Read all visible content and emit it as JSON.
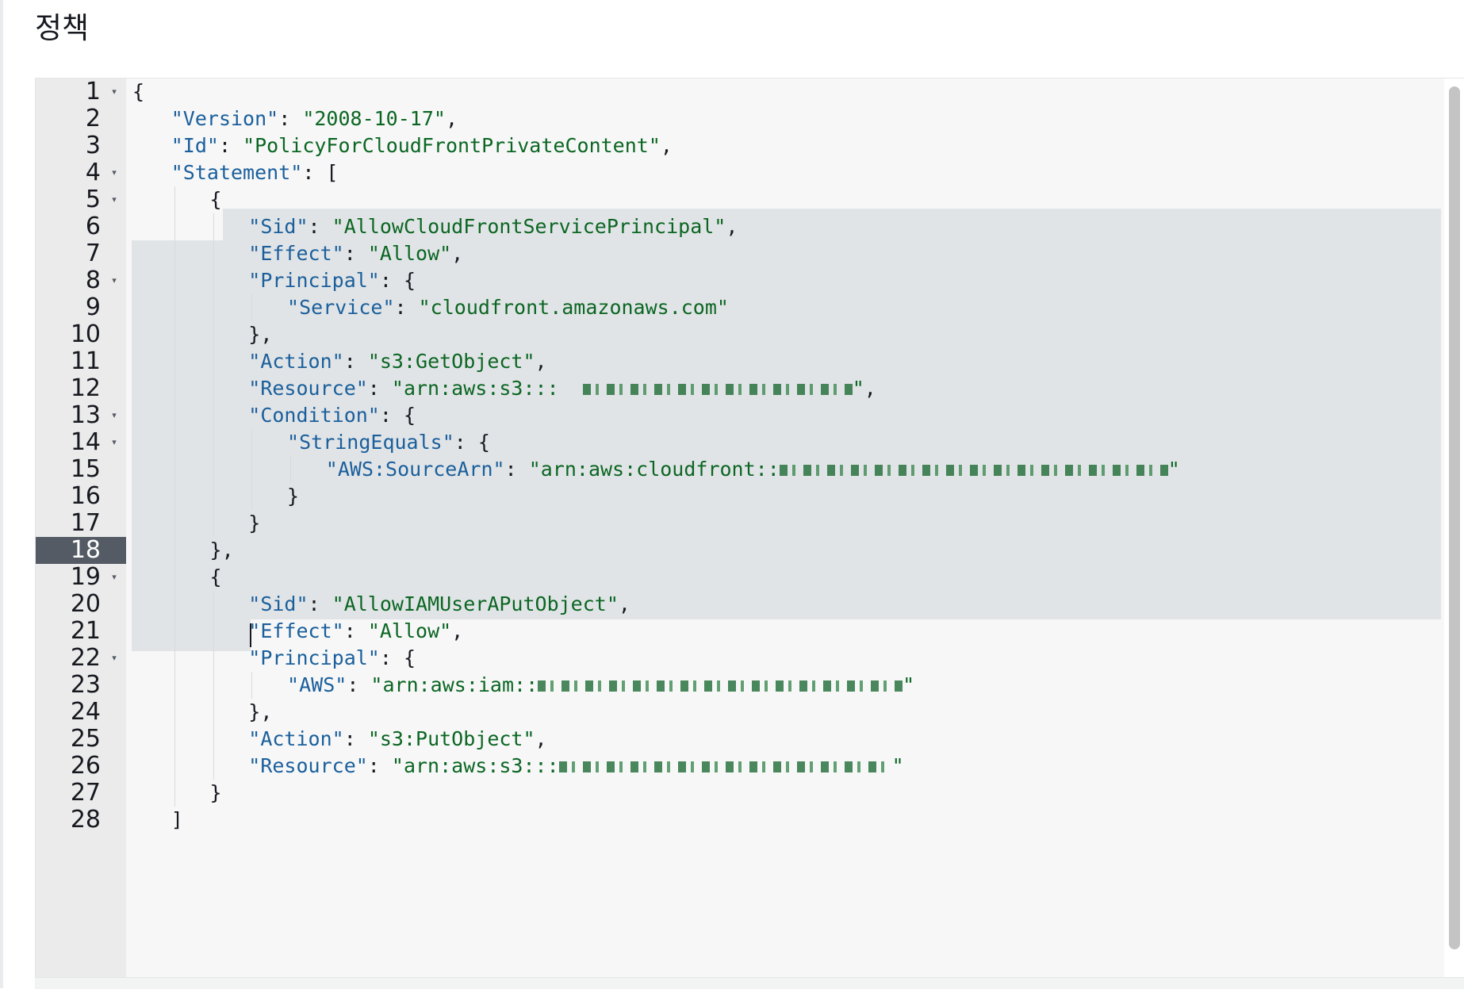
{
  "section": {
    "title": "정책"
  },
  "editor": {
    "active_line": 18,
    "line_numbers": [
      "1",
      "2",
      "3",
      "4",
      "5",
      "6",
      "7",
      "8",
      "9",
      "10",
      "11",
      "12",
      "13",
      "14",
      "15",
      "16",
      "17",
      "18",
      "19",
      "20",
      "21",
      "22",
      "23",
      "24",
      "25",
      "26",
      "27",
      "28"
    ],
    "fold_lines": [
      1,
      4,
      5,
      8,
      13,
      14,
      19,
      22
    ],
    "lines": [
      {
        "n": 1,
        "indent": 0,
        "parts": [
          [
            "p",
            "{"
          ]
        ]
      },
      {
        "n": 2,
        "indent": 1,
        "parts": [
          [
            "k",
            "\"Version\""
          ],
          [
            "p",
            ": "
          ],
          [
            "s",
            "\"2008-10-17\""
          ],
          [
            "p",
            ","
          ]
        ]
      },
      {
        "n": 3,
        "indent": 1,
        "parts": [
          [
            "k",
            "\"Id\""
          ],
          [
            "p",
            ": "
          ],
          [
            "s",
            "\"PolicyForCloudFrontPrivateContent\""
          ],
          [
            "p",
            ","
          ]
        ]
      },
      {
        "n": 4,
        "indent": 1,
        "parts": [
          [
            "k",
            "\"Statement\""
          ],
          [
            "p",
            ": ["
          ]
        ]
      },
      {
        "n": 5,
        "indent": 2,
        "parts": [
          [
            "p",
            "{"
          ]
        ]
      },
      {
        "n": 6,
        "indent": 3,
        "parts": [
          [
            "k",
            "\"Sid\""
          ],
          [
            "p",
            ": "
          ],
          [
            "s",
            "\"AllowCloudFrontServicePrincipal\""
          ],
          [
            "p",
            ","
          ]
        ]
      },
      {
        "n": 7,
        "indent": 3,
        "parts": [
          [
            "k",
            "\"Effect\""
          ],
          [
            "p",
            ": "
          ],
          [
            "s",
            "\"Allow\""
          ],
          [
            "p",
            ","
          ]
        ]
      },
      {
        "n": 8,
        "indent": 3,
        "parts": [
          [
            "k",
            "\"Principal\""
          ],
          [
            "p",
            ": {"
          ]
        ]
      },
      {
        "n": 9,
        "indent": 4,
        "parts": [
          [
            "k",
            "\"Service\""
          ],
          [
            "p",
            ": "
          ],
          [
            "s",
            "\"cloudfront.amazonaws.com\""
          ]
        ]
      },
      {
        "n": 10,
        "indent": 3,
        "parts": [
          [
            "p",
            "},"
          ]
        ]
      },
      {
        "n": 11,
        "indent": 3,
        "parts": [
          [
            "k",
            "\"Action\""
          ],
          [
            "p",
            ": "
          ],
          [
            "s",
            "\"s3:GetObject\""
          ],
          [
            "p",
            ","
          ]
        ]
      },
      {
        "n": 12,
        "indent": 3,
        "parts": [
          [
            "k",
            "\"Resource\""
          ],
          [
            "p",
            ": "
          ],
          [
            "s",
            "\"arn:aws:s3:::  "
          ],
          [
            "r",
            "340"
          ],
          [
            "s",
            "\""
          ],
          [
            "p",
            ","
          ]
        ]
      },
      {
        "n": 13,
        "indent": 3,
        "parts": [
          [
            "k",
            "\"Condition\""
          ],
          [
            "p",
            ": {"
          ]
        ]
      },
      {
        "n": 14,
        "indent": 4,
        "parts": [
          [
            "k",
            "\"StringEquals\""
          ],
          [
            "p",
            ": {"
          ]
        ]
      },
      {
        "n": 15,
        "indent": 5,
        "parts": [
          [
            "k",
            "\"AWS:SourceArn\""
          ],
          [
            "p",
            ": "
          ],
          [
            "s",
            "\"arn:aws:cloudfront::"
          ],
          [
            "r",
            "490"
          ],
          [
            "s",
            "\""
          ]
        ]
      },
      {
        "n": 16,
        "indent": 4,
        "parts": [
          [
            "p",
            "}"
          ]
        ]
      },
      {
        "n": 17,
        "indent": 3,
        "parts": [
          [
            "p",
            "}"
          ]
        ]
      },
      {
        "n": 18,
        "indent": 2,
        "parts": [
          [
            "p",
            "},"
          ]
        ]
      },
      {
        "n": 19,
        "indent": 2,
        "parts": [
          [
            "p",
            "{"
          ]
        ]
      },
      {
        "n": 20,
        "indent": 3,
        "parts": [
          [
            "k",
            "\"Sid\""
          ],
          [
            "p",
            ": "
          ],
          [
            "s",
            "\"AllowIAMUserAPutObject\""
          ],
          [
            "p",
            ","
          ]
        ]
      },
      {
        "n": 21,
        "indent": 3,
        "parts": [
          [
            "k",
            "\"Effect\""
          ],
          [
            "p",
            ": "
          ],
          [
            "s",
            "\"Allow\""
          ],
          [
            "p",
            ","
          ]
        ]
      },
      {
        "n": 22,
        "indent": 3,
        "parts": [
          [
            "k",
            "\"Principal\""
          ],
          [
            "p",
            ": {"
          ]
        ]
      },
      {
        "n": 23,
        "indent": 4,
        "parts": [
          [
            "k",
            "\"AWS\""
          ],
          [
            "p",
            ": "
          ],
          [
            "s",
            "\"arn:aws:iam::"
          ],
          [
            "r",
            "460"
          ],
          [
            "s",
            "\""
          ]
        ]
      },
      {
        "n": 24,
        "indent": 3,
        "parts": [
          [
            "p",
            "},"
          ]
        ]
      },
      {
        "n": 25,
        "indent": 3,
        "parts": [
          [
            "k",
            "\"Action\""
          ],
          [
            "p",
            ": "
          ],
          [
            "s",
            "\"s3:PutObject\""
          ],
          [
            "p",
            ","
          ]
        ]
      },
      {
        "n": 26,
        "indent": 3,
        "parts": [
          [
            "k",
            "\"Resource\""
          ],
          [
            "p",
            ": "
          ],
          [
            "s",
            "\"arn:aws:s3:::"
          ],
          [
            "r",
            "420"
          ],
          [
            "s",
            "\""
          ]
        ]
      },
      {
        "n": 27,
        "indent": 2,
        "parts": [
          [
            "p",
            "}"
          ]
        ]
      },
      {
        "n": 28,
        "indent": 1,
        "parts": [
          [
            "p",
            "]"
          ]
        ]
      }
    ]
  },
  "colors": {
    "key": "#1a5f9c",
    "string": "#0b6623",
    "punct": "#16191f",
    "gutter": "#ebebeb",
    "active_gutter": "#545b64",
    "selection": "#e1e4e6"
  }
}
